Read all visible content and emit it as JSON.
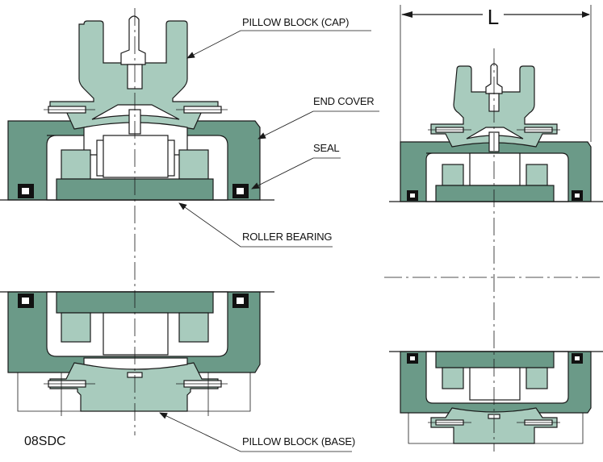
{
  "labels": {
    "pillow_block_cap": "PILLOW BLOCK (CAP)",
    "end_cover": "END COVER",
    "seal": "SEAL",
    "roller_bearing": "ROLLER BEARING",
    "pillow_block_base": "PILLOW BLOCK (BASE)"
  },
  "model_code": "08SDC",
  "dimension_label": "L",
  "colors": {
    "housing_dark": "#6b9a88",
    "housing_light": "#a8cbbd",
    "bearing_light": "#a8cbbd",
    "white": "#ffffff",
    "line": "#1a1a1a"
  }
}
